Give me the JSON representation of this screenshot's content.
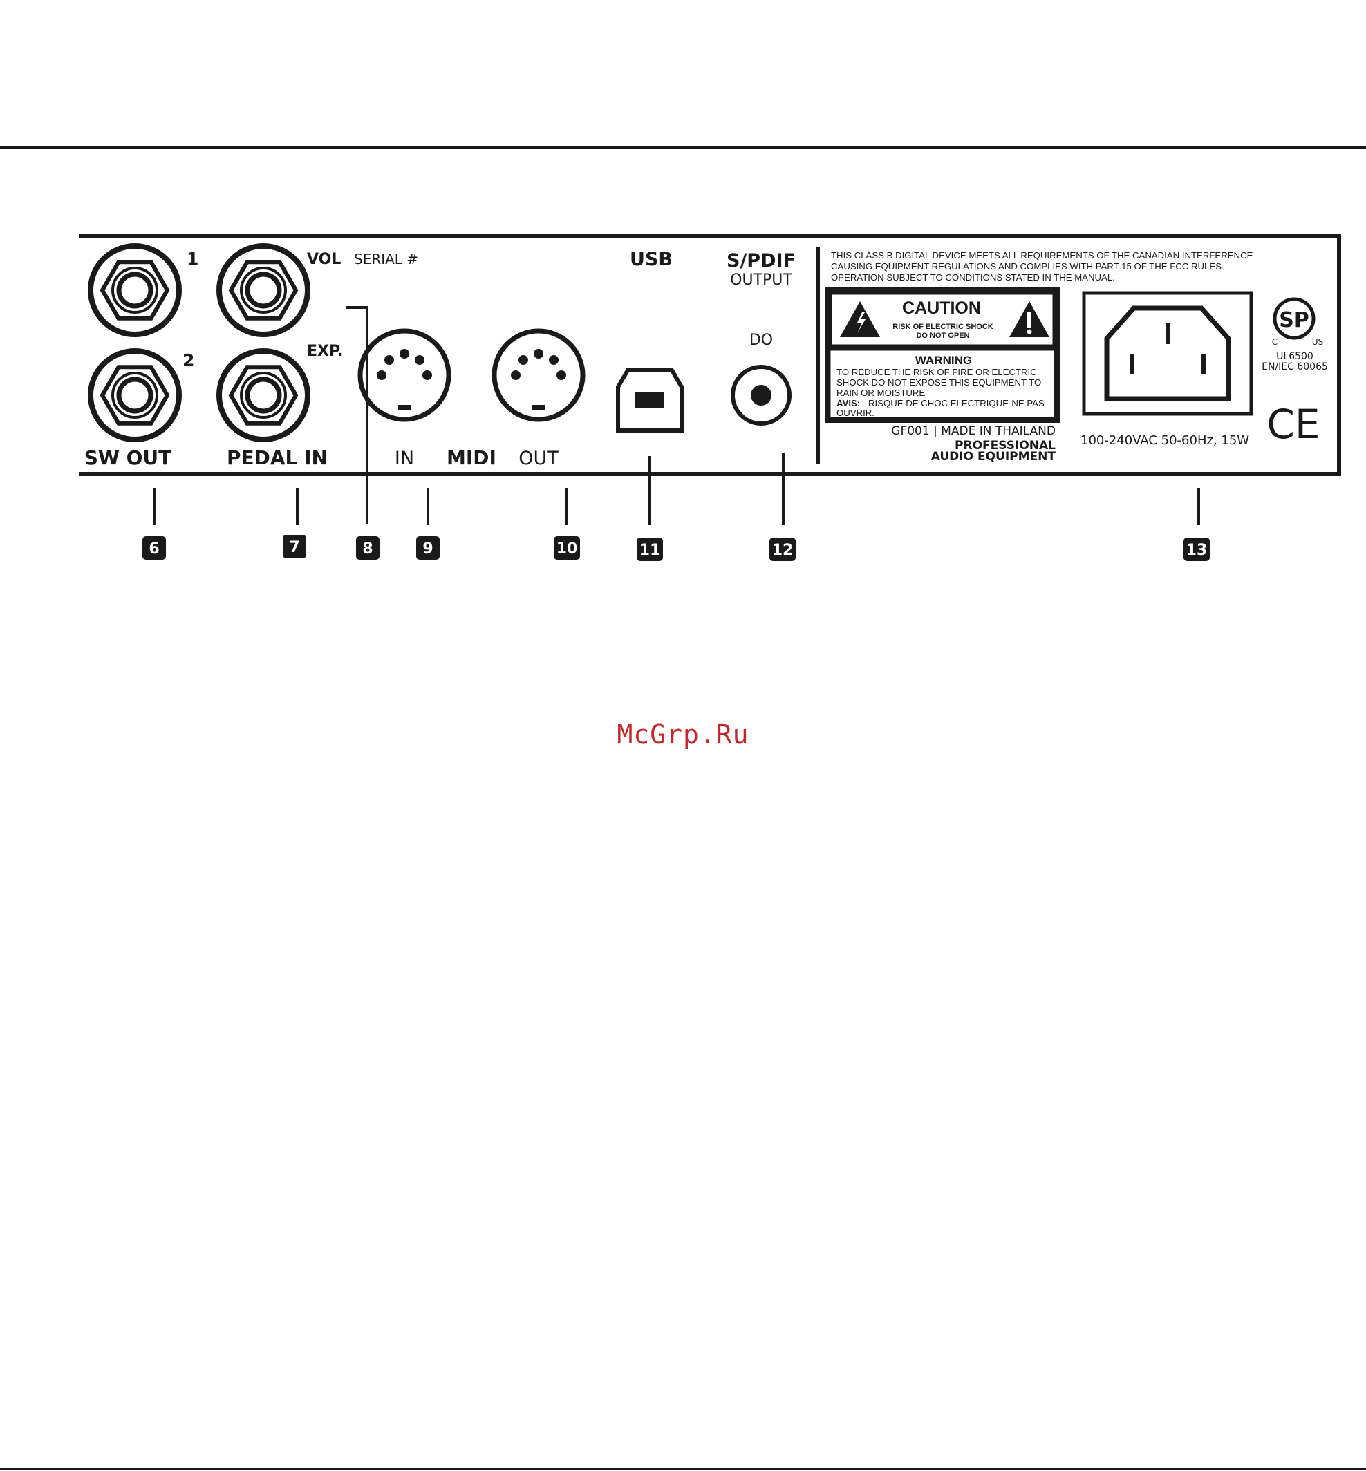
{
  "panel": {
    "sw_out": {
      "jack1_label": "1",
      "jack2_label": "2",
      "label": "SW OUT"
    },
    "pedal_in": {
      "vol_label": "VOL",
      "exp_label": "EXP.",
      "label": "PEDAL IN"
    },
    "serial_label": "SERIAL #",
    "midi": {
      "in_label": "IN",
      "label": "MIDI",
      "out_label": "OUT"
    },
    "usb_label": "USB",
    "spdif": {
      "title": "S/PDIF",
      "subtitle": "OUTPUT",
      "do_label": "DO"
    },
    "fcc_notice": [
      "THIS CLASS B DIGITAL DEVICE MEETS ALL REQUIREMENTS OF THE CANADIAN INTERFERENCE-",
      "CAUSING EQUIPMENT REGULATIONS AND COMPLIES WITH PART 15 OF THE FCC RULES.",
      "OPERATION SUBJECT TO CONDITIONS STATED IN THE MANUAL."
    ],
    "caution": {
      "title": "CAUTION",
      "line1": "RISK OF ELECTRIC SHOCK",
      "line2": "DO NOT OPEN"
    },
    "warning": {
      "title": "WARNING",
      "lines": [
        "TO REDUCE THE RISK OF FIRE OR ELECTRIC",
        "SHOCK DO NOT EXPOSE THIS EQUIPMENT TO",
        "RAIN OR MOISTURE"
      ],
      "avis_label": "AVIS:",
      "avis_text": "RISQUE DE CHOC ELECTRIQUE-NE PAS",
      "avis_text2": "OUVRIR."
    },
    "model_line": "GF001 | MADE IN THAILAND",
    "professional_line1": "PROFESSIONAL",
    "professional_line2": "AUDIO EQUIPMENT",
    "power_rating": "100-240VAC 50-60Hz, 15W",
    "csa": {
      "mark": "SP",
      "c": "C",
      "us": "US",
      "std1": "UL6500",
      "std2": "EN/IEC 60065"
    },
    "ce_mark": "CE"
  },
  "callouts": [
    "6",
    "7",
    "8",
    "9",
    "10",
    "11",
    "12",
    "13"
  ],
  "watermark": "McGrp.Ru",
  "icons": [
    "quarter-inch-jack-icon",
    "din-midi-socket-icon",
    "usb-b-port-icon",
    "rca-jack-icon",
    "iec-power-inlet-icon",
    "lightning-warning-icon",
    "exclamation-warning-icon",
    "csa-mark-icon",
    "ce-mark-icon"
  ]
}
